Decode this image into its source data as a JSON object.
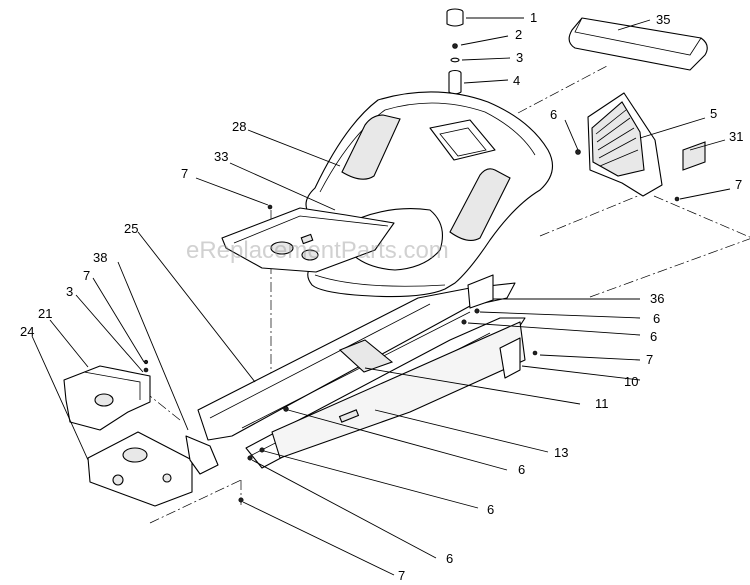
{
  "watermark": "eReplacementParts.com",
  "callouts": {
    "c1": "1",
    "c2": "2",
    "c3": "3",
    "c4": "4",
    "c35": "35",
    "c5": "5",
    "c31": "31",
    "c6a": "6",
    "c7a": "7",
    "c28": "28",
    "c33": "33",
    "c7b": "7",
    "c25": "25",
    "c38": "38",
    "c7c": "7",
    "c21": "21",
    "c3b": "3",
    "c24": "24",
    "c36": "36",
    "c6b": "6",
    "c6c": "6",
    "c7d": "7",
    "c10": "10",
    "c11": "11",
    "c13": "13",
    "c6d": "6",
    "c6e": "6",
    "c6f": "6",
    "c7e": "7"
  }
}
